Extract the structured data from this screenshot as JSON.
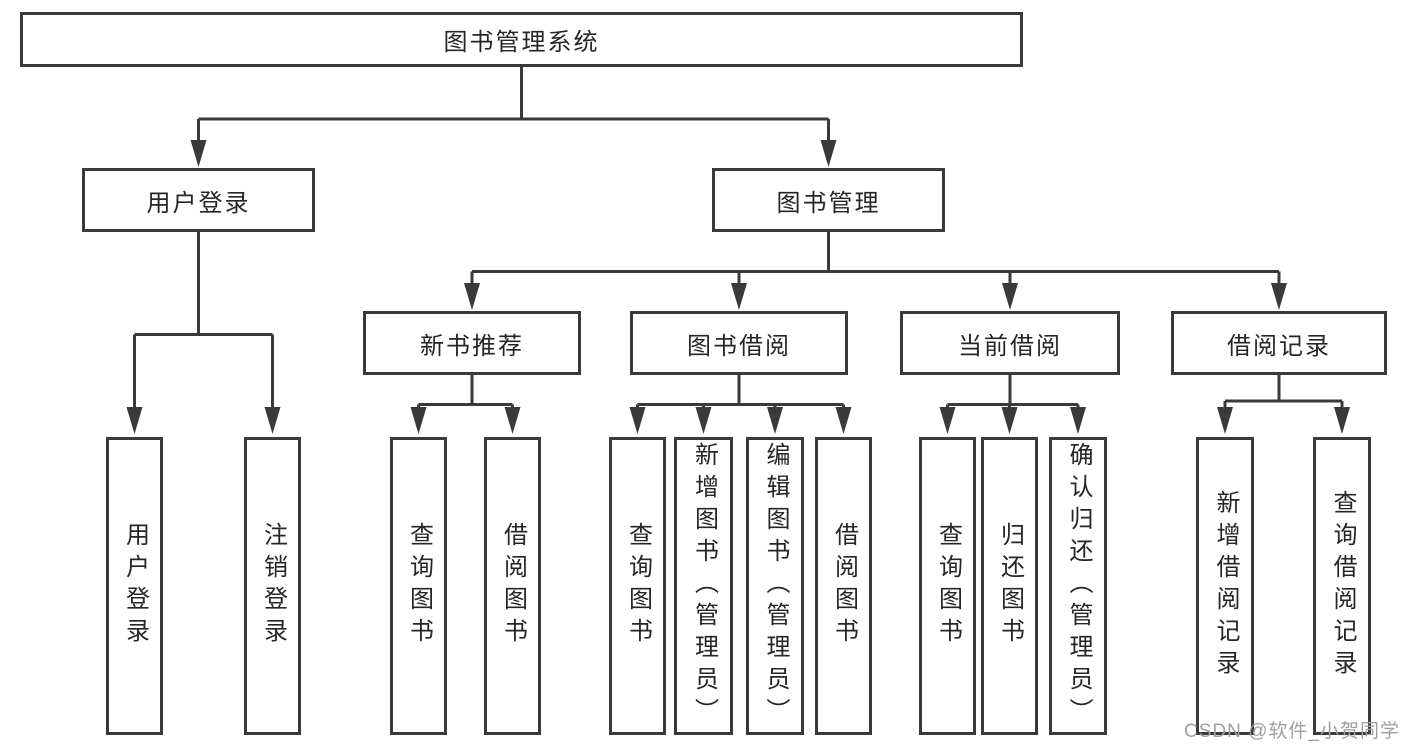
{
  "diagram": {
    "root": {
      "label": "图书管理系统",
      "children": [
        {
          "label": "用户登录",
          "children": [
            {
              "label": "用户登录"
            },
            {
              "label": "注销登录"
            }
          ]
        },
        {
          "label": "图书管理",
          "children": [
            {
              "label": "新书推荐",
              "children": [
                {
                  "label": "查询图书"
                },
                {
                  "label": "借阅图书"
                }
              ]
            },
            {
              "label": "图书借阅",
              "children": [
                {
                  "label": "查询图书"
                },
                {
                  "label": "新增图书（管理员）"
                },
                {
                  "label": "编辑图书（管理员）"
                },
                {
                  "label": "借阅图书"
                }
              ]
            },
            {
              "label": "当前借阅",
              "children": [
                {
                  "label": "查询图书"
                },
                {
                  "label": "归还图书"
                },
                {
                  "label": "确认归还（管理员）"
                }
              ]
            },
            {
              "label": "借阅记录",
              "children": [
                {
                  "label": "新增借阅记录"
                },
                {
                  "label": "查询借阅记录"
                }
              ]
            }
          ]
        }
      ]
    }
  },
  "watermark": {
    "text": "CSDN @软件_小贺同学"
  },
  "colors": {
    "line": "#3a3a3a",
    "text": "#262626",
    "background": "#ffffff",
    "watermark": "#a0a0a0"
  }
}
